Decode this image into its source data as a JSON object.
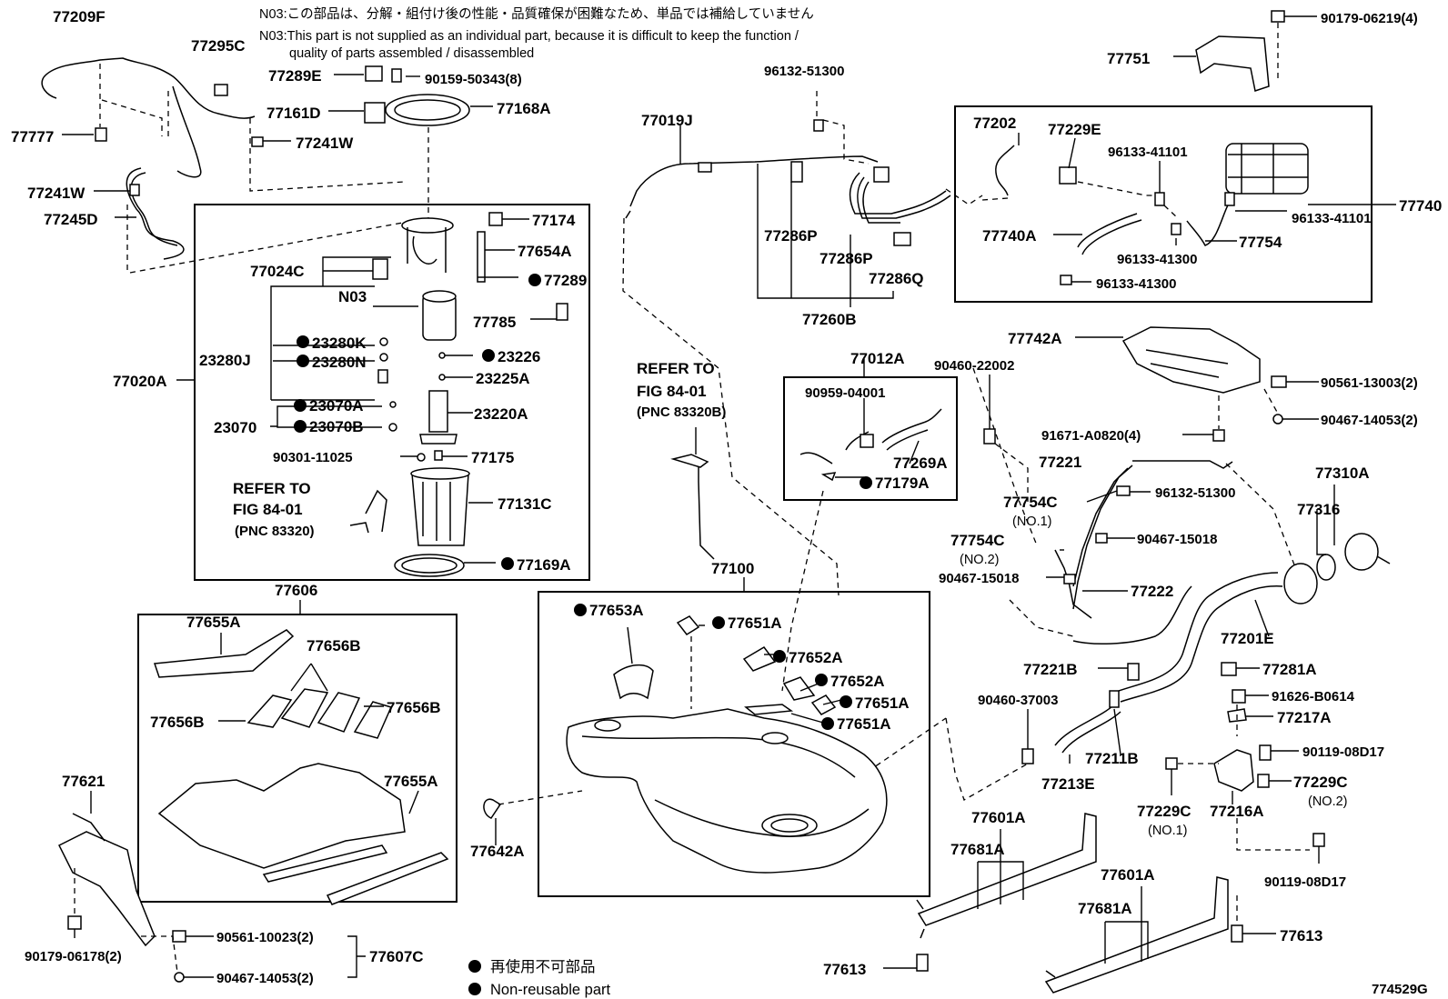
{
  "notes": {
    "jp": "N03:この部品は、分解・組付け後の性能・品質確保が困難なため、単品では補給していません",
    "en1": "N03:This part is not supplied as an individual part, because it is difficult to keep the function /",
    "en2": "quality of parts assembled / disassembled"
  },
  "labels": {
    "l77209F": "77209F",
    "l77295C": "77295C",
    "l77289E": "77289E",
    "l90159": "90159-50343(8)",
    "l77161D": "77161D",
    "l77168A": "77168A",
    "l77777": "77777",
    "l77241W_a": "77241W",
    "l77241W_b": "77241W",
    "l77245D": "77245D",
    "l77174": "77174",
    "l77654A": "77654A",
    "l77024C": "77024C",
    "l77289": "77289",
    "lN03": "N03",
    "l77785": "77785",
    "l23280J": "23280J",
    "l23280K": "23280K",
    "l23280N": "23280N",
    "l23226": "23226",
    "l23225A": "23225A",
    "l77020A": "77020A",
    "l23070": "23070",
    "l23070A": "23070A",
    "l23070B": "23070B",
    "l23220A": "23220A",
    "l90301": "90301-11025",
    "l77175": "77175",
    "lref1a": "REFER TO",
    "lref1b": "FIG 84-01",
    "lref1c": "(PNC 83320)",
    "l77131C": "77131C",
    "l77169A": "77169A",
    "l96132_51300_a": "96132-51300",
    "l77019J": "77019J",
    "l77286P_a": "77286P",
    "l77286P_b": "77286P",
    "l77286Q": "77286Q",
    "l77260B": "77260B",
    "l77202": "77202",
    "l77229E": "77229E",
    "l96133_41101_a": "96133-41101",
    "l96133_41101_b": "96133-41101",
    "l77740": "77740",
    "l77740A": "77740A",
    "l96133_41300_a": "96133-41300",
    "l77754": "77754",
    "l96133_41300_b": "96133-41300",
    "l90179_06219": "90179-06219(4)",
    "l77751": "77751",
    "lref2a": "REFER TO",
    "lref2b": "FIG 84-01",
    "lref2c": "(PNC 83320B)",
    "l77012A": "77012A",
    "l90460_22002": "90460-22002",
    "l90959": "90959-04001",
    "l77269A": "77269A",
    "l77179A": "77179A",
    "l77742A": "77742A",
    "l90561_13003": "90561-13003(2)",
    "l90467_14053_a": "90467-14053(2)",
    "l91671": "91671-A0820(4)",
    "l77221": "77221",
    "l96132_51300_b": "96132-51300",
    "l77754C_a": "77754C",
    "lno1_a": "(NO.1)",
    "l90467_15018_a": "90467-15018",
    "l77754C_b": "77754C",
    "lno2_a": "(NO.2)",
    "l90467_15018_b": "90467-15018",
    "l77222": "77222",
    "l77310A": "77310A",
    "l77316": "77316",
    "l77201E": "77201E",
    "l77606": "77606",
    "l77655A_a": "77655A",
    "l77656B_a": "77656B",
    "l77656B_b": "77656B",
    "l77656B_c": "77656B",
    "l77655A_b": "77655A",
    "l77100": "77100",
    "l77653A": "77653A",
    "l77651A_a": "77651A",
    "l77652A_a": "77652A",
    "l77652A_b": "77652A",
    "l77651A_b": "77651A",
    "l77651A_c": "77651A",
    "l77221B": "77221B",
    "l77281A": "77281A",
    "l90460_37003": "90460-37003",
    "l91626": "91626-B0614",
    "l77217A": "77217A",
    "l77211B": "77211B",
    "l90119_a": "90119-08D17",
    "l77229C_a": "77229C",
    "lno2_b": "(NO.2)",
    "l77213E": "77213E",
    "l77229C_b": "77229C",
    "lno1_b": "(NO.1)",
    "l77216A": "77216A",
    "l90119_b": "90119-08D17",
    "l77621": "77621",
    "l77642A": "77642A",
    "l77601A_a": "77601A",
    "l77681A_a": "77681A",
    "l77601A_b": "77601A",
    "l77681A_b": "77681A",
    "l77613_a": "77613",
    "l77613_b": "77613",
    "l90179_06178": "90179-06178(2)",
    "l90561_10023": "90561-10023(2)",
    "l90467_14053_b": "90467-14053(2)",
    "l77607C": "77607C",
    "legend_jp": "再使用不可部品",
    "legend_en": "Non-reusable part",
    "figno": "774529G"
  }
}
